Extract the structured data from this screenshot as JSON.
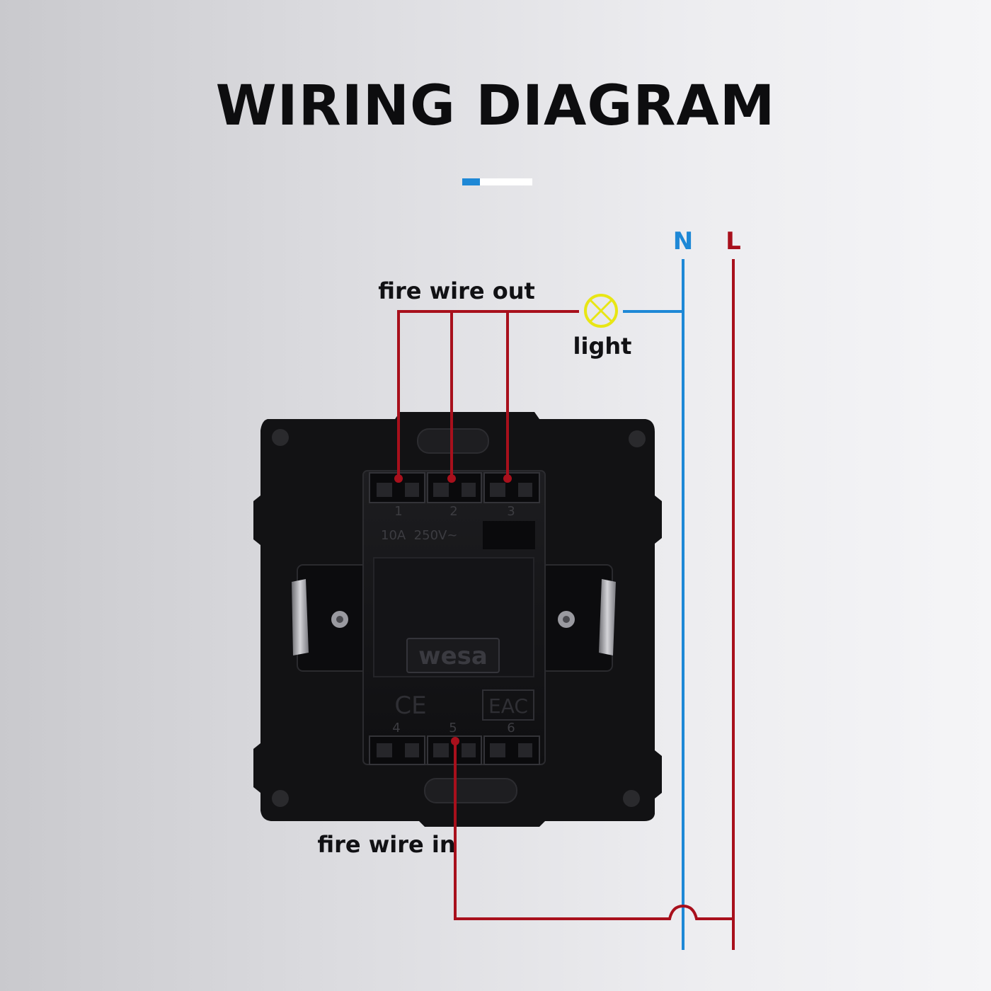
{
  "title": "WIRING DIAGRAM",
  "colors": {
    "neutral": "#1e88d6",
    "live": "#a8101c",
    "lamp": "#e8e614",
    "accent_blue": "#1e88d6",
    "text": "#0d0d0f",
    "module_body": "#141416"
  },
  "labels": {
    "neutral": "N",
    "live": "L",
    "fire_wire_out": "fire wire out",
    "fire_wire_in": "fire wire in",
    "light": "light"
  },
  "module": {
    "brand": "wesa",
    "rating": "10A  250V~",
    "terminals_top": [
      "1",
      "2",
      "3"
    ],
    "terminals_bottom": [
      "4",
      "5",
      "6"
    ],
    "marks": [
      "CE",
      "EAC"
    ]
  },
  "icons": {
    "lamp": "lamp-symbol-icon",
    "screws": "screw-icon",
    "mark_ce": "ce-mark-icon",
    "mark_eac": "eac-mark-icon"
  }
}
